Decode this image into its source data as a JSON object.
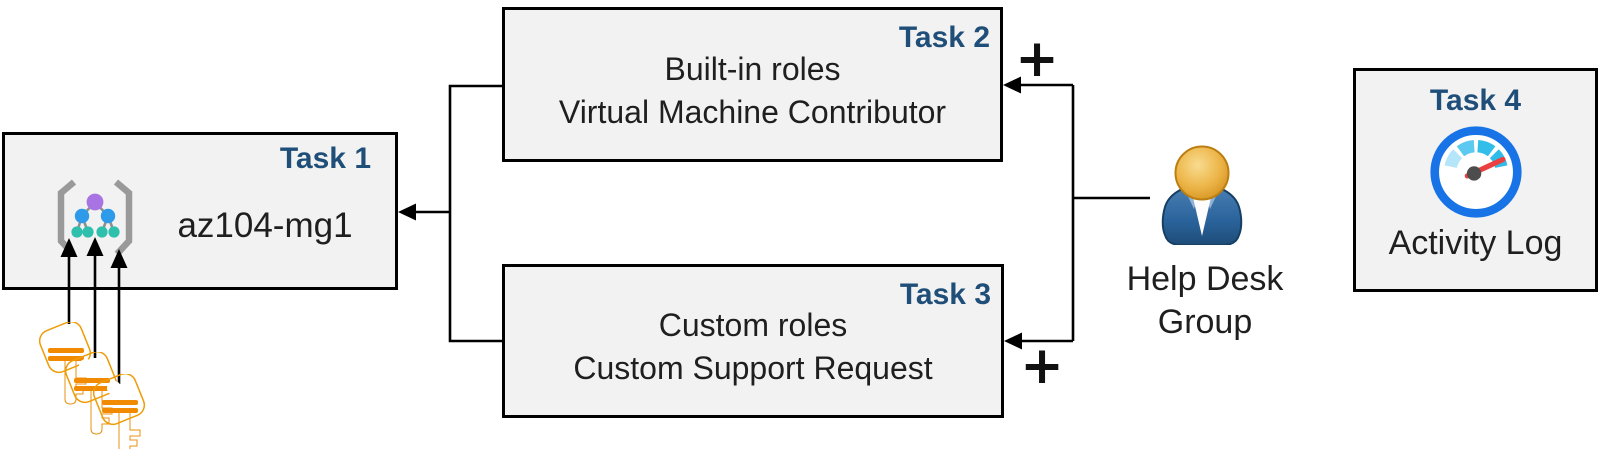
{
  "diagram": {
    "boxes": {
      "task1": {
        "label": "Task 1",
        "name": "az104-mg1"
      },
      "task2": {
        "label": "Task 2",
        "line1": "Built-in roles",
        "line2": "Virtual Machine Contributor"
      },
      "task3": {
        "label": "Task 3",
        "line1": "Custom roles",
        "line2": "Custom Support Request"
      },
      "task4": {
        "label": "Task 4",
        "caption": "Activity Log"
      }
    },
    "helpdesk": {
      "line1": "Help Desk",
      "line2": "Group"
    },
    "symbols": {
      "plus_top": "+",
      "plus_bottom": "+"
    },
    "icons": {
      "task1": "management-group-icon",
      "task4": "gauge-icon",
      "helpdesk": "person-icon",
      "keys": "key-icon",
      "key_count": 3
    },
    "colors": {
      "task_label": "#1F4E79",
      "box_fill": "#F2F2F2",
      "box_border": "#000000",
      "text": "#1F1F1F",
      "connector": "#000000",
      "node_purple": "#A873E3",
      "node_blue": "#2E9BEA",
      "node_teal": "#2FBFAD",
      "brace_gray": "#9A9A9A",
      "gauge_ring": "#1773E6",
      "gauge_needle": "#EA4040",
      "key_gold": "#F9B31B",
      "person_body_blue": "#2E6DA8",
      "person_head_gold": "#E0A33A"
    }
  }
}
